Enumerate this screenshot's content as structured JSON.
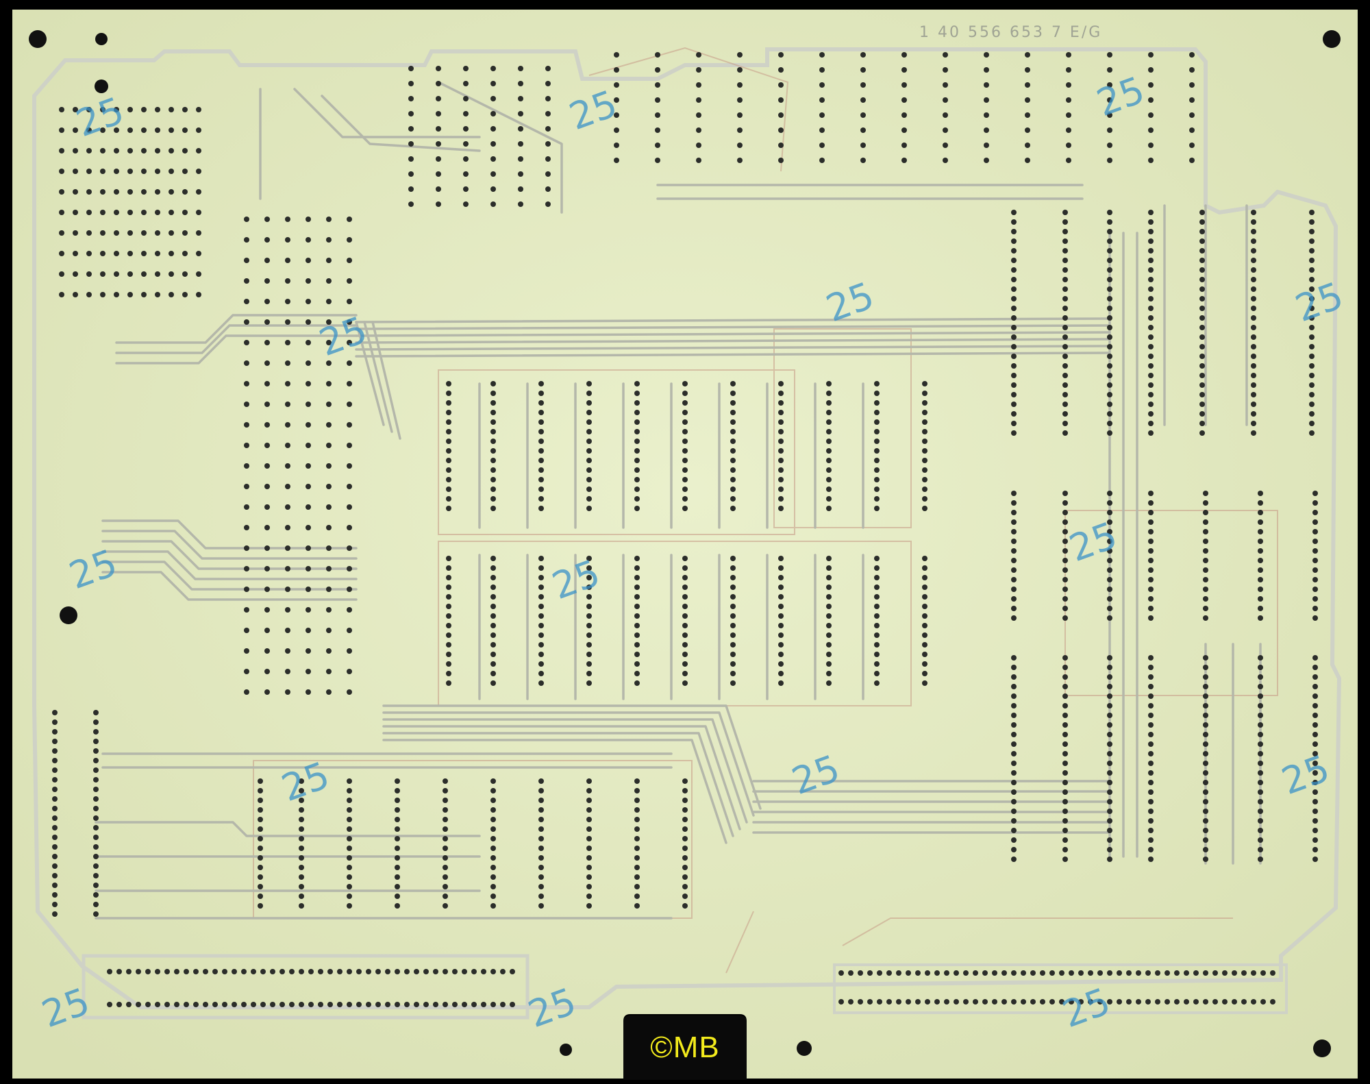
{
  "image": {
    "subject": "printed-circuit-board-solder-side",
    "colors": {
      "background": "#000000",
      "substrate": "#e6ebc4",
      "substrate_shade": "#d6dcaf",
      "trace": "#b9bcb0",
      "trace_highlight": "#dfe1d8",
      "hole": "#2b2d2a",
      "component_outline": "#c79a86",
      "stamp": "#3a92c8",
      "copyright_text": "#f2ea1c"
    }
  },
  "board": {
    "part_number": "1 40 556 653 7 E/G",
    "stamps": [
      "25",
      "25",
      "25",
      "25",
      "25",
      "25",
      "25",
      "25",
      "25",
      "25",
      "25",
      "25"
    ]
  },
  "copyright": {
    "label": "©MB"
  }
}
